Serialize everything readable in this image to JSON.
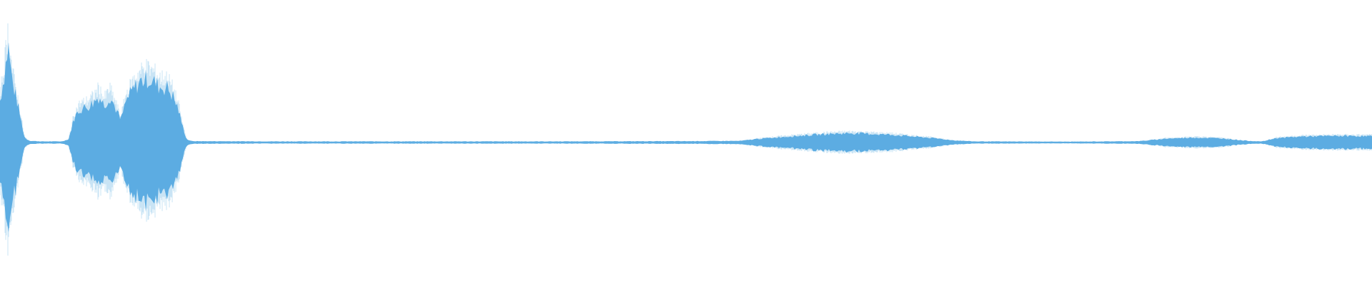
{
  "waveform": {
    "color": "#5dade2",
    "background": "#ffffff",
    "amplitude_envelope": [
      [
        0.0,
        0.38
      ],
      [
        0.003,
        0.6
      ],
      [
        0.006,
        0.88
      ],
      [
        0.009,
        0.55
      ],
      [
        0.012,
        0.4
      ],
      [
        0.015,
        0.22
      ],
      [
        0.018,
        0.04
      ],
      [
        0.022,
        0.015
      ],
      [
        0.03,
        0.01
      ],
      [
        0.045,
        0.01
      ],
      [
        0.05,
        0.03
      ],
      [
        0.054,
        0.22
      ],
      [
        0.058,
        0.3
      ],
      [
        0.063,
        0.32
      ],
      [
        0.068,
        0.36
      ],
      [
        0.072,
        0.42
      ],
      [
        0.076,
        0.34
      ],
      [
        0.08,
        0.42
      ],
      [
        0.084,
        0.32
      ],
      [
        0.088,
        0.2
      ],
      [
        0.092,
        0.38
      ],
      [
        0.097,
        0.48
      ],
      [
        0.102,
        0.55
      ],
      [
        0.107,
        0.58
      ],
      [
        0.112,
        0.55
      ],
      [
        0.117,
        0.5
      ],
      [
        0.122,
        0.5
      ],
      [
        0.126,
        0.42
      ],
      [
        0.13,
        0.3
      ],
      [
        0.133,
        0.15
      ],
      [
        0.136,
        0.03
      ],
      [
        0.14,
        0.012
      ],
      [
        0.2,
        0.01
      ],
      [
        0.3,
        0.01
      ],
      [
        0.4,
        0.01
      ],
      [
        0.5,
        0.012
      ],
      [
        0.54,
        0.015
      ],
      [
        0.55,
        0.03
      ],
      [
        0.56,
        0.04
      ],
      [
        0.575,
        0.055
      ],
      [
        0.6,
        0.075
      ],
      [
        0.62,
        0.085
      ],
      [
        0.65,
        0.07
      ],
      [
        0.68,
        0.04
      ],
      [
        0.695,
        0.02
      ],
      [
        0.71,
        0.01
      ],
      [
        0.78,
        0.008
      ],
      [
        0.83,
        0.012
      ],
      [
        0.85,
        0.035
      ],
      [
        0.87,
        0.045
      ],
      [
        0.89,
        0.038
      ],
      [
        0.91,
        0.015
      ],
      [
        0.92,
        0.01
      ],
      [
        0.93,
        0.04
      ],
      [
        0.95,
        0.055
      ],
      [
        0.975,
        0.06
      ],
      [
        1.0,
        0.058
      ]
    ]
  }
}
